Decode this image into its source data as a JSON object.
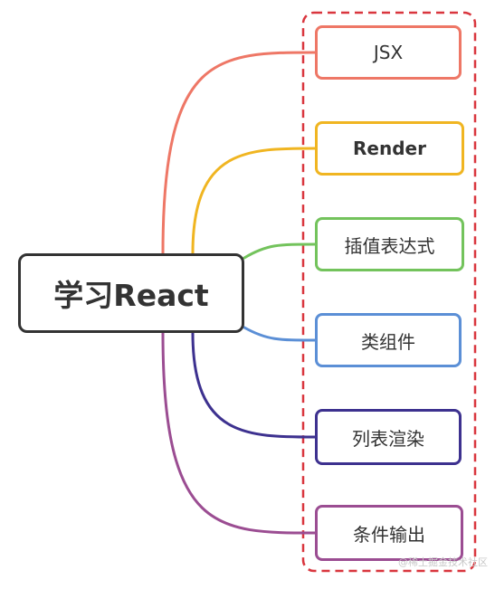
{
  "root": {
    "label": "学习React",
    "color": "#333333"
  },
  "group_border_color": "#d9363e",
  "branches": [
    {
      "label": "JSX",
      "color": "#ee7766"
    },
    {
      "label": "Render",
      "color": "#f0b521"
    },
    {
      "label": "插值表达式",
      "color": "#73c35c"
    },
    {
      "label": "类组件",
      "color": "#5b8fd6"
    },
    {
      "label": "列表渲染",
      "color": "#3d318f"
    },
    {
      "label": "条件输出",
      "color": "#9b4d92"
    }
  ],
  "watermark": "@稀土掘金技术社区"
}
